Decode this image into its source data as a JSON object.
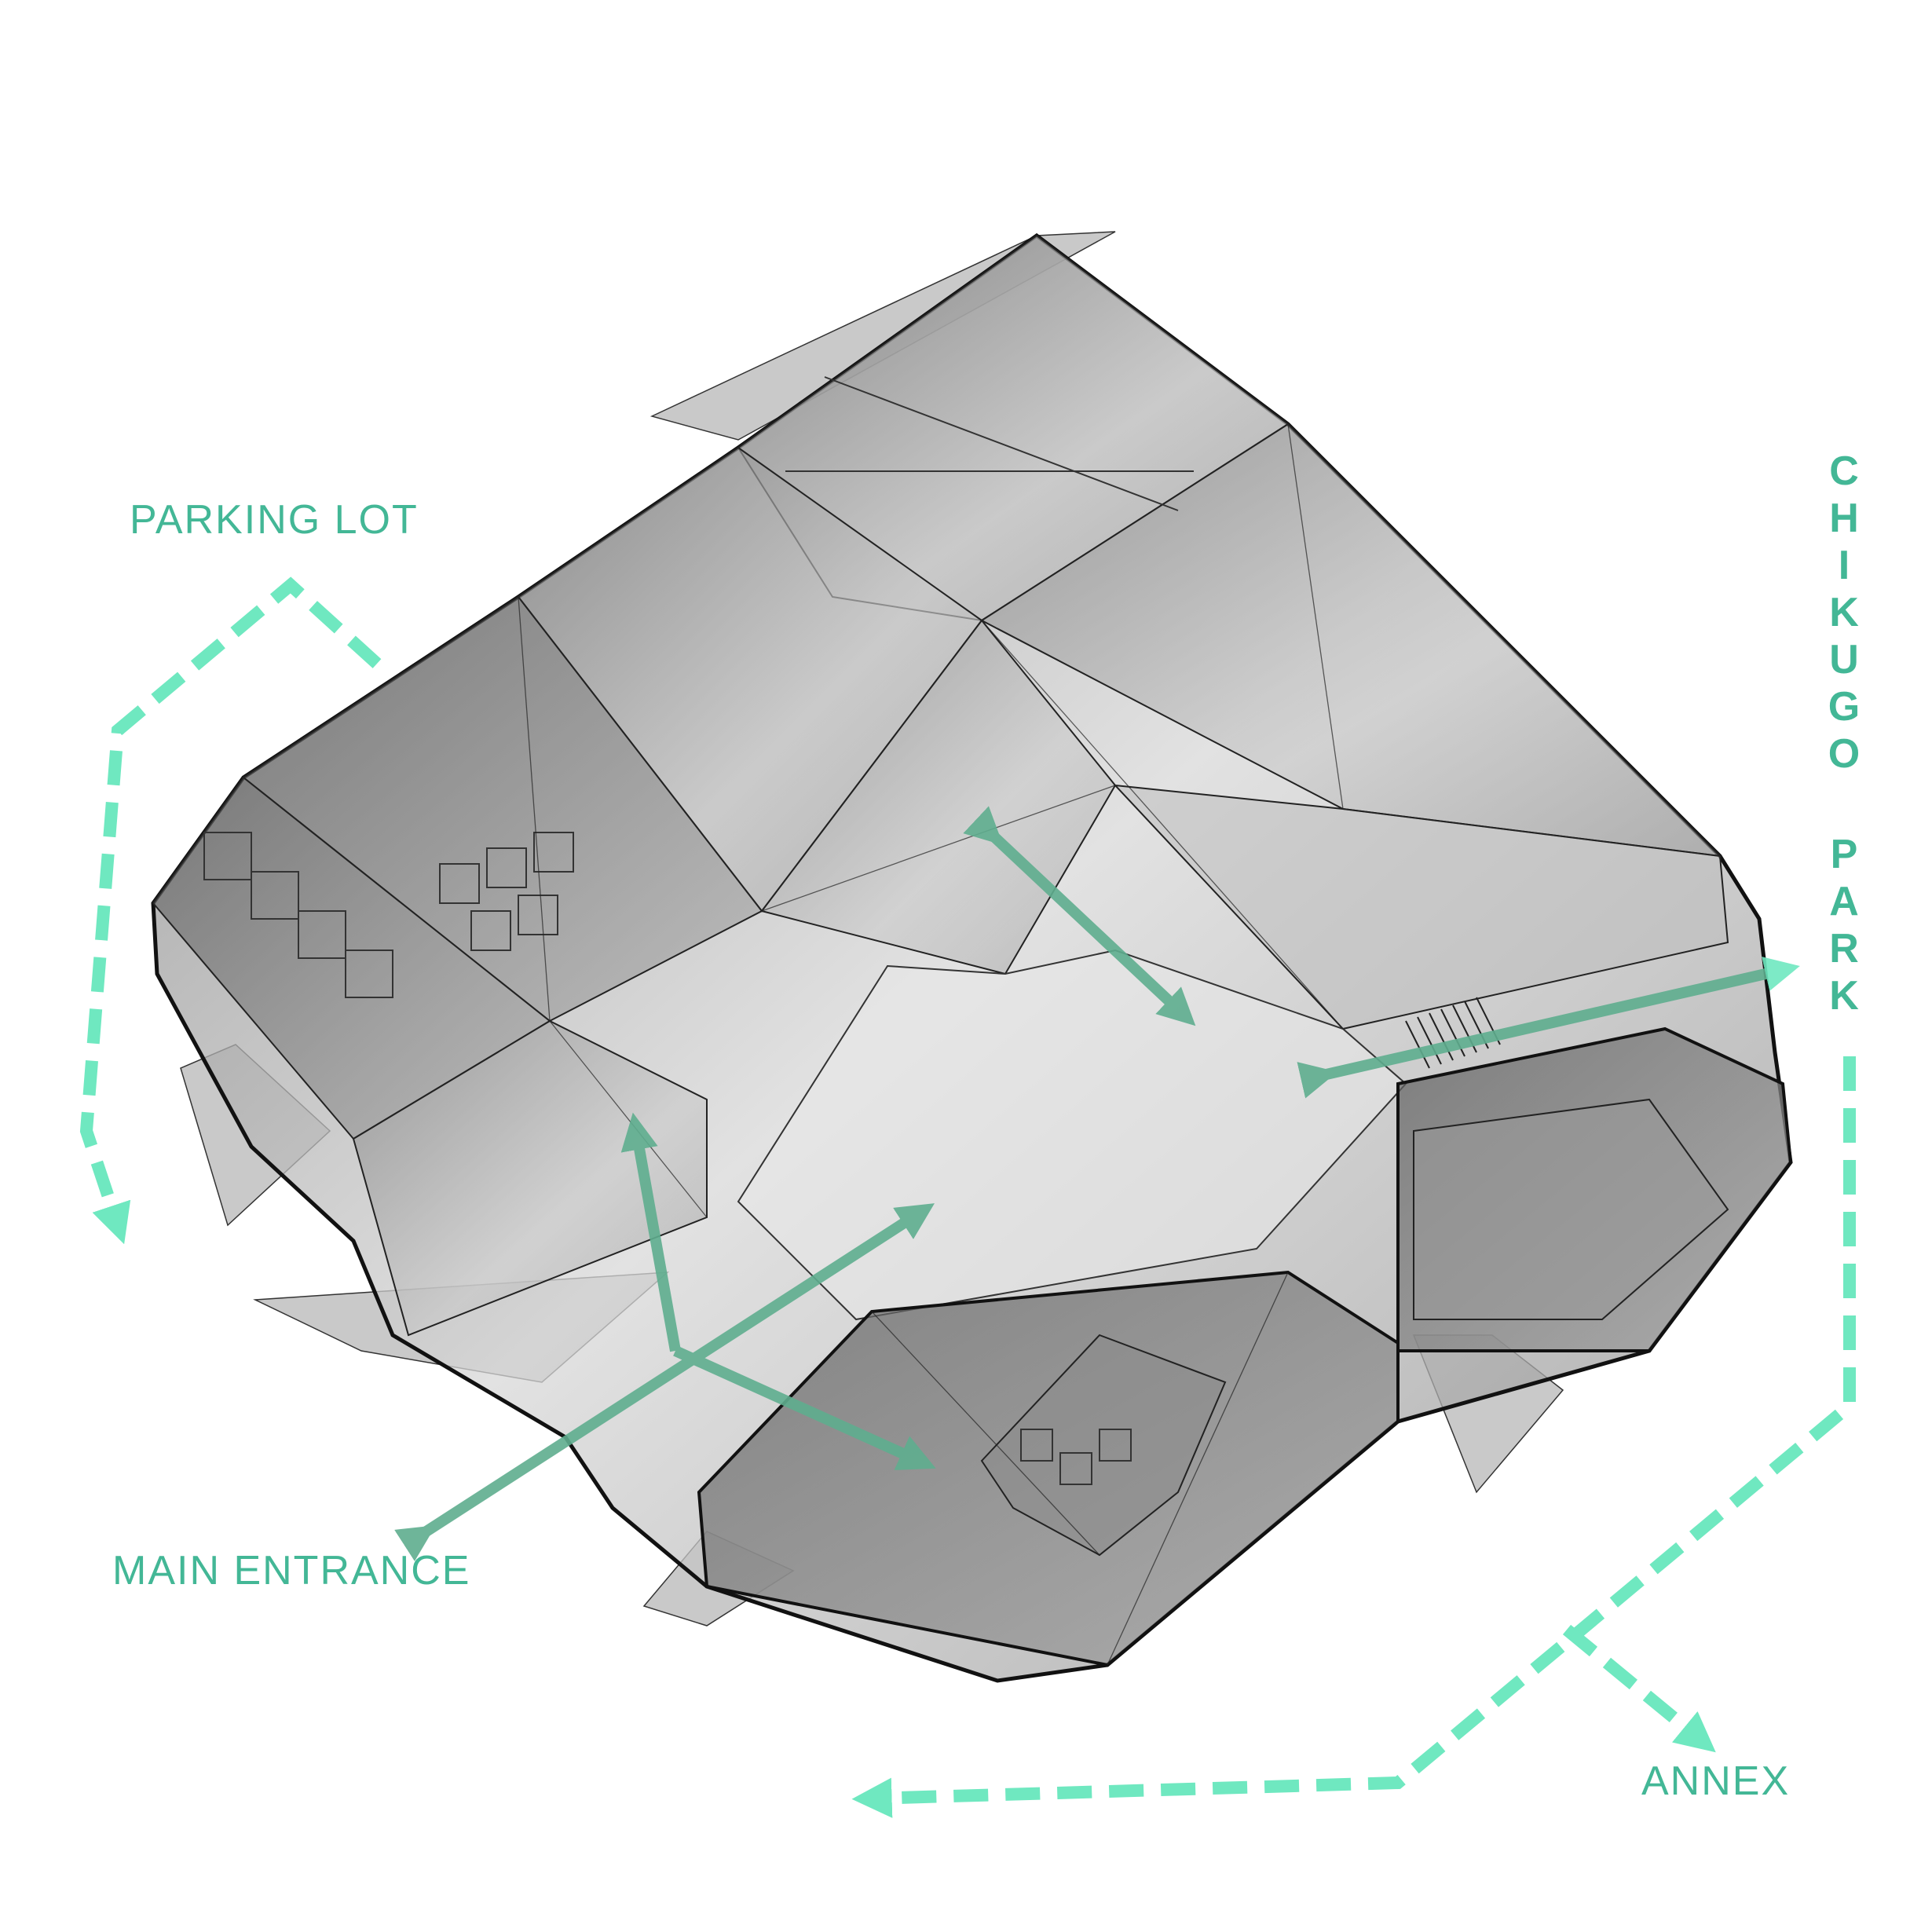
{
  "labels": {
    "parking_lot": "PARKING LOT",
    "main_entrance": "MAIN ENTRANCE",
    "annex": "ANNEX",
    "chikugo_park": "CHIKUGO PARK"
  },
  "colors": {
    "label_text": "#43b796",
    "dashed_path": "#6fe8c0",
    "interior_arrow": "#5fae8f",
    "glass_fill": "#8a8a8a",
    "outline": "#111111"
  }
}
